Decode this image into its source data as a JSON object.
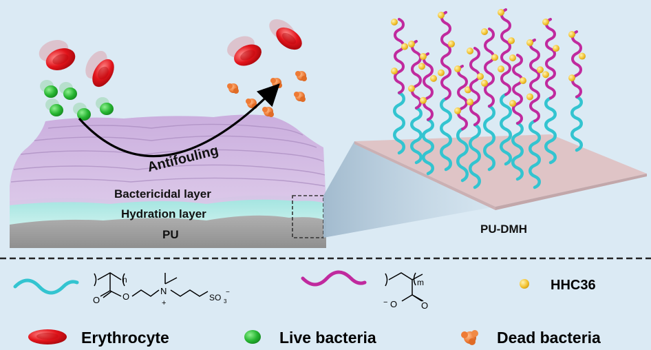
{
  "labels": {
    "antifouling": "Antifouling",
    "bactericidal_layer": "Bactericidal layer",
    "hydration_layer": "Hydration layer",
    "substrate": "PU",
    "surface": "PU-DMH"
  },
  "legend": {
    "zwitterion": {
      "repeat_unit": "n",
      "ester_o": "O",
      "carbonyl_o": "O",
      "n_plus": "N",
      "charge_plus": "+",
      "sulfonate": "SO",
      "sulfonate_sub": "3",
      "sulfonate_charge": "−"
    },
    "acrylate": {
      "repeat_unit": "m",
      "anion": "O",
      "anion_charge": "−",
      "carbonyl_o": "O"
    },
    "peptide": "HHC36",
    "erythrocyte": "Erythrocyte",
    "live_bacteria": "Live bacteria",
    "dead_bacteria": "Dead bacteria"
  },
  "colors": {
    "background": "#dbeaf4",
    "zwitterion_chain": "#33c4d0",
    "acrylate_chain": "#c02a9e",
    "peptide": "#f2c12e",
    "erythrocyte": "#e2141b",
    "live_bacteria": "#26b531",
    "dead_bacteria": "#ee7b35",
    "bactericidal_layer": "#c9a9dc",
    "hydration_layer": "#9fe3df",
    "substrate": "#a4a4a4",
    "plate": "#dfc4c6"
  }
}
